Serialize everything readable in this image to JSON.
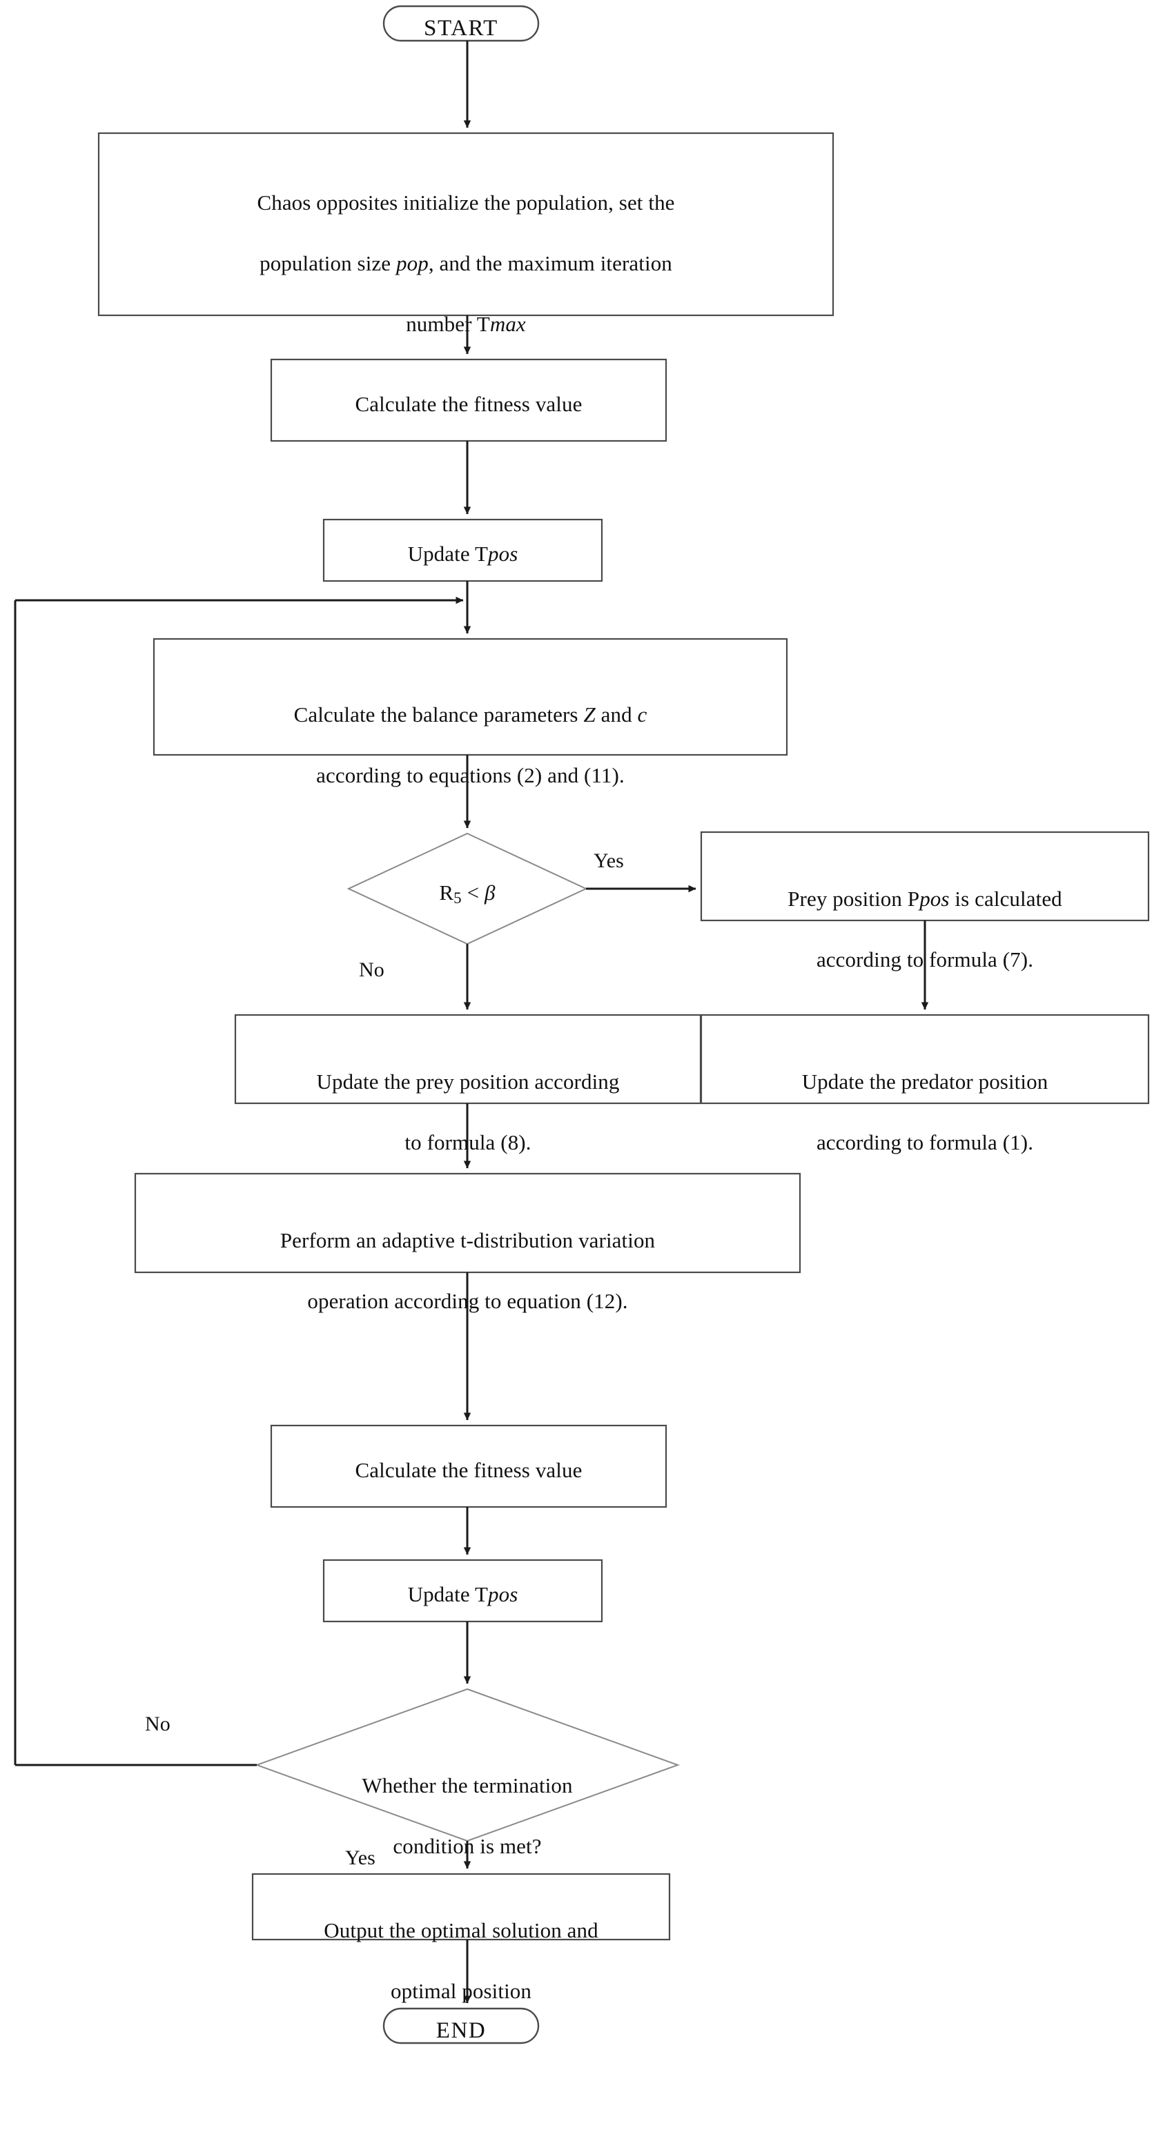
{
  "diagram": {
    "type": "flowchart",
    "title": "Improved optimization algorithm flowchart",
    "background_color": "#ffffff",
    "line_color": "#1a1a1a",
    "box_border_color": "#4a4a4a",
    "text_color": "#111111"
  },
  "nodes": {
    "start": {
      "shape": "terminal",
      "label": "START"
    },
    "init": {
      "shape": "process",
      "line1": "Chaos opposites initialize the population, set the",
      "line2_a": "population size ",
      "line2_b": "pop",
      "line2_c": ", and the maximum iteration",
      "line3_a": "number T",
      "line3_b": "max"
    },
    "fitness1": {
      "shape": "process",
      "label": "Calculate the fitness value"
    },
    "update_tpos1": {
      "shape": "process",
      "label_a": "Update T",
      "label_b": "pos"
    },
    "balance": {
      "shape": "process",
      "line1_a": "Calculate the balance parameters ",
      "line1_b": "Z",
      "line1_c": " and ",
      "line1_d": "c",
      "line2": "according to equations (2) and (11)."
    },
    "decision_r5": {
      "shape": "decision",
      "label_a": "R",
      "label_sub": "5",
      "label_b": " < ",
      "label_c": "β"
    },
    "prey_calc": {
      "shape": "process",
      "line1_a": "Prey position P",
      "line1_b": "pos",
      "line1_c": " is calculated",
      "line2": "according to formula (7)."
    },
    "update_prey": {
      "shape": "process",
      "line1": "Update the prey position according",
      "line2": "to formula (8)."
    },
    "update_predator": {
      "shape": "process",
      "line1": "Update the predator position",
      "line2": "according to formula (1)."
    },
    "t_distribution": {
      "shape": "process",
      "line1": "Perform an adaptive t-distribution variation",
      "line2": "operation according to equation (12)."
    },
    "fitness2": {
      "shape": "process",
      "label": "Calculate the fitness value"
    },
    "update_tpos2": {
      "shape": "process",
      "label_a": "Update T",
      "label_b": "pos"
    },
    "decision_term": {
      "shape": "decision",
      "line1": "Whether the termination",
      "line2": "condition is met?"
    },
    "output": {
      "shape": "process",
      "line1": "Output the optimal solution and",
      "line2": "optimal position"
    },
    "end": {
      "shape": "terminal",
      "label": "END"
    }
  },
  "edge_labels": {
    "r5_yes": "Yes",
    "r5_no": "No",
    "term_no": "No",
    "term_yes": "Yes"
  }
}
